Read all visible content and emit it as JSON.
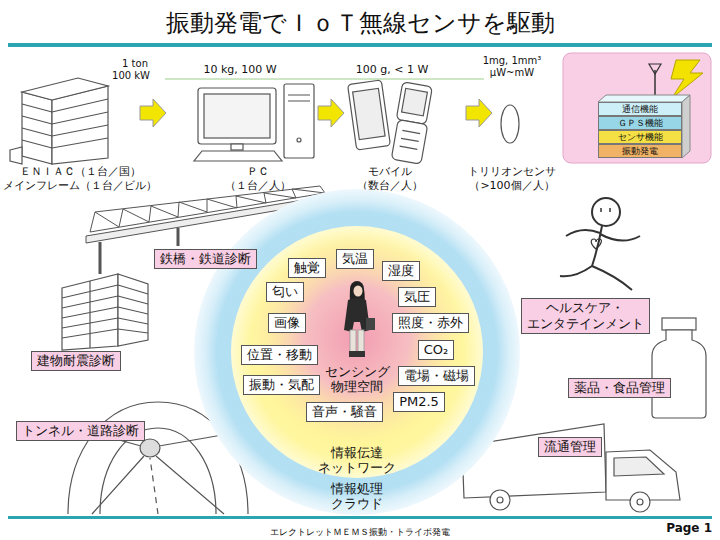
{
  "diagram": {
    "title": "振動発電でＩｏＴ無線センサを駆動",
    "nodes": [
      {
        "text": [
          "通信機能"
        ]
      },
      {
        "text": [
          "ＧＰＳ機能"
        ]
      },
      {
        "text": [
          "センサ機能"
        ]
      },
      {
        "text": [
          "振動発電"
        ]
      },
      {
        "text": [
          "情報処理 クラウド"
        ]
      },
      {
        "text": [
          "情報伝達 ネットワーク"
        ],
        "in": 4
      },
      {
        "text": [
          "センシング 物理空間"
        ],
        "in": 5
      },
      {
        "text": [
          "触覚"
        ],
        "in": 6
      },
      {
        "text": [
          "気温"
        ],
        "in": 6
      },
      {
        "text": [
          "湿度"
        ],
        "in": 6
      },
      {
        "text": [
          "匂い"
        ],
        "in": 6
      },
      {
        "text": [
          "気圧"
        ],
        "in": 6
      },
      {
        "text": [
          "画像"
        ],
        "in": 6
      },
      {
        "text": [
          "照度・赤外"
        ],
        "in": 6
      },
      {
        "text": [
          "CO₂"
        ],
        "in": 6
      },
      {
        "text": [
          "位置・移動"
        ],
        "in": 6
      },
      {
        "text": [
          "電場・磁場"
        ],
        "in": 6
      },
      {
        "text": [
          "振動・気配"
        ],
        "in": 6
      },
      {
        "text": [
          "PM2.5"
        ],
        "in": 6
      },
      {
        "text": [
          "音声・騒音"
        ],
        "in": 6
      },
      {
        "text": [
          "鉄橋・鉄道診断"
        ]
      },
      {
        "text": [
          "建物耐震診断"
        ]
      },
      {
        "text": [
          "トンネル・道路診断"
        ]
      },
      {
        "text": [
          "ヘルスケア・ エンタテインメント"
        ]
      },
      {
        "text": [
          "薬品・食品管理"
        ]
      },
      {
        "text": [
          "流通管理"
        ]
      }
    ],
    "labels": [
      "1 ton",
      "100 kW",
      "10 kg, 100 W",
      "100 g, < 1 W",
      "1mg, 1mm³",
      "μW~mW",
      "ＥＮＩＡＣ（１台／国）",
      "メインフレーム（１台／ビル）",
      "ＰＣ",
      "（１台／人）",
      "モバイル",
      "（数台／人）",
      "トリリオンセンサ",
      "（>100個／人）",
      "Page 1",
      "エレクトレットＭＥＭＳ振動・トライボ発電"
    ]
  }
}
